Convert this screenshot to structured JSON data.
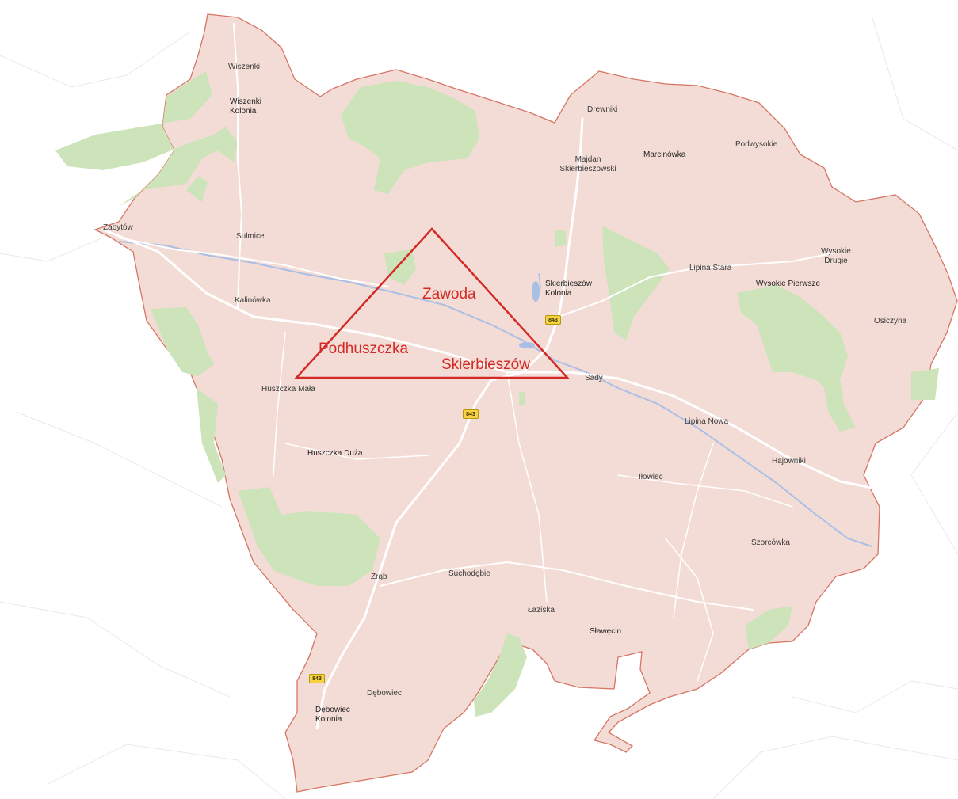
{
  "map": {
    "colors": {
      "land": "#f4dcd6",
      "border": "#d57563",
      "forest": "#cde3b9",
      "river": "#a9bfe6",
      "road": "#ffffff",
      "outside": "#ffffff",
      "annotation": "#d42a25",
      "shield_fill": "#f8d341"
    },
    "places": [
      {
        "name": "Wiszenki"
      },
      {
        "name": "Wiszenki\nKolonia"
      },
      {
        "name": "Drewniki"
      },
      {
        "name": "Majdan\nSkierbieszowski"
      },
      {
        "name": "Marcinówka"
      },
      {
        "name": "Podwysokie"
      },
      {
        "name": "Zabytów"
      },
      {
        "name": "Sulmice"
      },
      {
        "name": "Kalinówka"
      },
      {
        "name": "Skierbieszów\nKolonia"
      },
      {
        "name": "Lipina Stara"
      },
      {
        "name": "Wysokie\nDrugie"
      },
      {
        "name": "Wysokie Pierwsze"
      },
      {
        "name": "Osiczyna"
      },
      {
        "name": "Sady"
      },
      {
        "name": "Huszczka Mała"
      },
      {
        "name": "Huszczka Duża"
      },
      {
        "name": "Lipina Nowa"
      },
      {
        "name": "Hajowniki"
      },
      {
        "name": "Iłowiec"
      },
      {
        "name": "Szorcówka"
      },
      {
        "name": "Zrąb"
      },
      {
        "name": "Suchodębie"
      },
      {
        "name": "Łaziska"
      },
      {
        "name": "Sławęcin"
      },
      {
        "name": "Dębowiec"
      },
      {
        "name": "Dębowiec\nKolonia"
      }
    ],
    "road_shields": [
      {
        "label": "843"
      },
      {
        "label": "843"
      },
      {
        "label": "843"
      }
    ],
    "annotation": {
      "labels": [
        {
          "name": "Zawoda"
        },
        {
          "name": "Podhuszczka"
        },
        {
          "name": "Skierbieszów"
        }
      ]
    }
  }
}
